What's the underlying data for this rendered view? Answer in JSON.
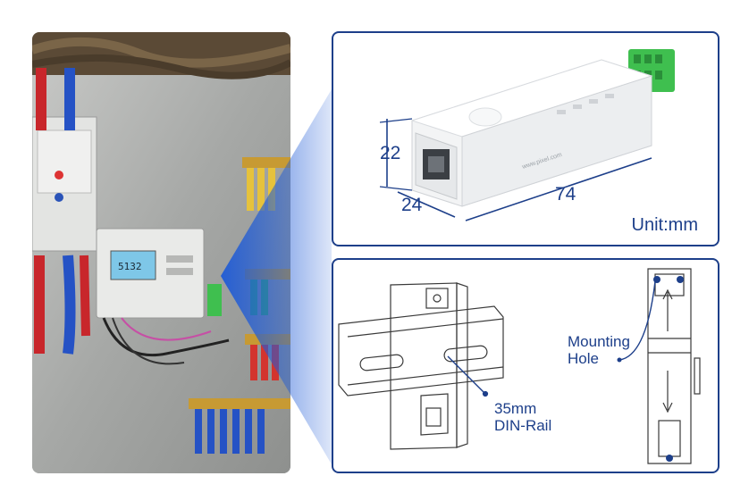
{
  "dimensions": {
    "height": "22",
    "width": "24",
    "length": "74",
    "unit_label": "Unit:mm"
  },
  "mounting": {
    "mounting_hole_label": "Mounting\nHole",
    "din_rail_label": "35mm\nDIN-Rail"
  },
  "meter_display": "5132",
  "device_brand": "www.pixel.com",
  "colors": {
    "accent": "#1d3f8a",
    "terminal_green": "#3fbf4f",
    "beam_blue": "#1f5bd6"
  },
  "icons": [
    "ethernet-port-icon",
    "led-indicator-icon",
    "terminal-block-icon",
    "din-rail-icon",
    "mounting-hole-icon",
    "arrow-icon"
  ]
}
